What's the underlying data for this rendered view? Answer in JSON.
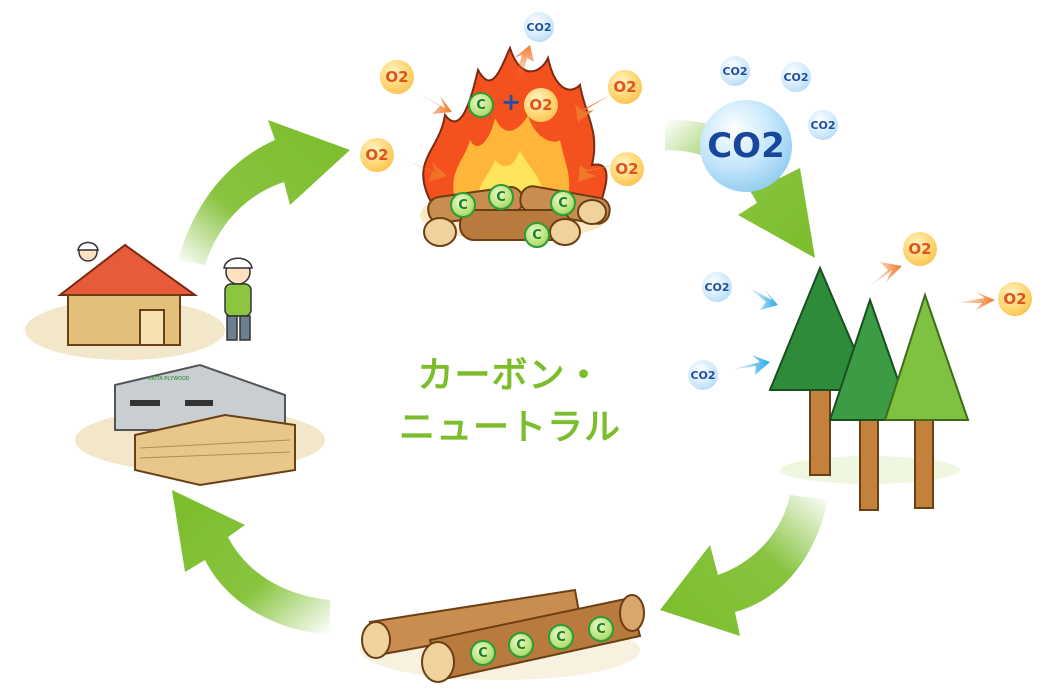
{
  "title_line1": "カーボン・",
  "title_line2": "ニュートラル",
  "c_label": "C",
  "o2_label": "O2",
  "co2_label": "CO2",
  "plus_sign": "+",
  "factory_sign": "AKITA PLYWOOD",
  "colors": {
    "cycle_arrow": "#7bbd2a",
    "title": "#7bbd2a",
    "o2_arrow": "#f07a2a",
    "co2_arrow": "#29a9e8",
    "fire": "#f4511e",
    "tree_dark": "#2e8b3a",
    "tree_light": "#7fc241"
  },
  "icons": [
    "fire-icon",
    "trees-icon",
    "logs-icon",
    "house-icon",
    "worker-icon",
    "factory-icon",
    "lumber-icon"
  ]
}
